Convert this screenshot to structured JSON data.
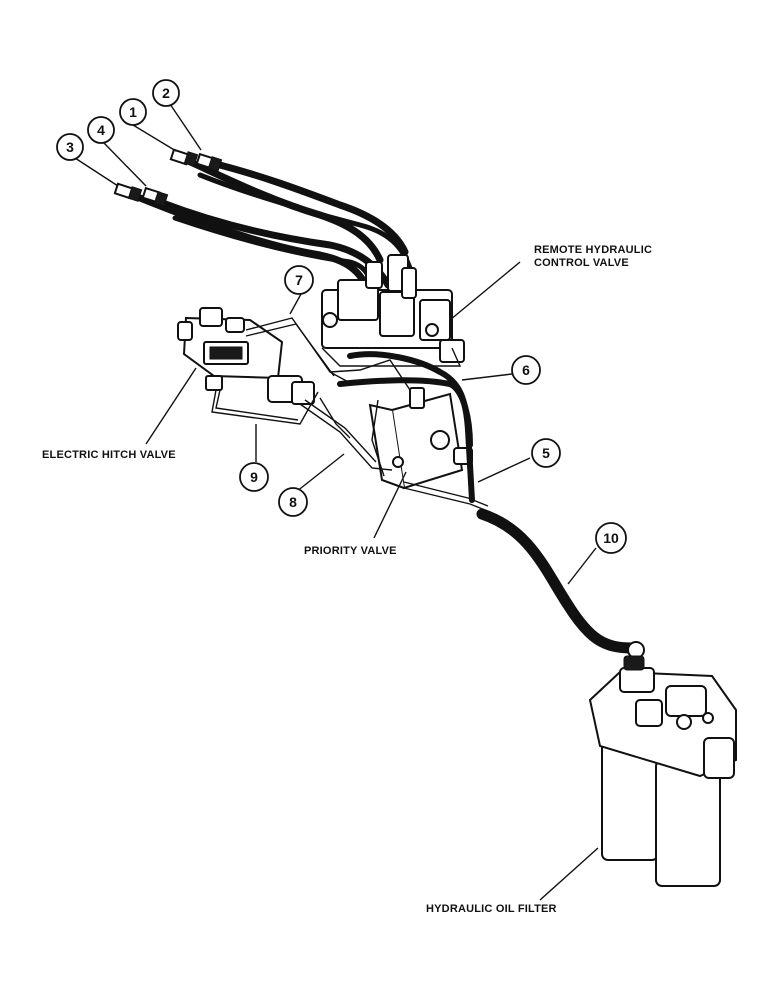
{
  "labels": {
    "remote_valve_line1": "REMOTE HYDRAULIC",
    "remote_valve_line2": "CONTROL VALVE",
    "electric_hitch_valve": "ELECTRIC HITCH VALVE",
    "priority_valve": "PRIORITY VALVE",
    "hydraulic_oil_filter": "HYDRAULIC OIL FILTER"
  },
  "callouts": [
    "1",
    "2",
    "3",
    "4",
    "5",
    "6",
    "7",
    "8",
    "9",
    "10"
  ],
  "colors": {
    "ink": "#111111",
    "paper": "#ffffff"
  }
}
